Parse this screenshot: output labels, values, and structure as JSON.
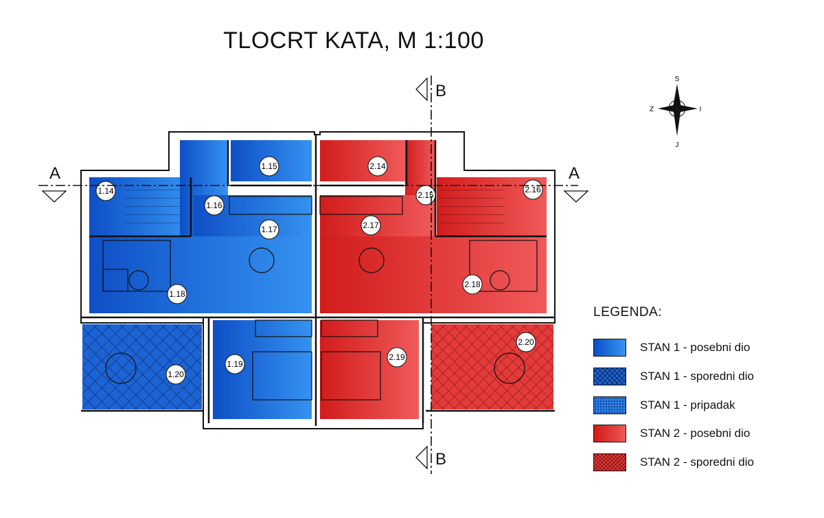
{
  "title": "TLOCRT KATA, M 1:100",
  "compass": {
    "north": "S",
    "south": "J",
    "west": "Z",
    "east": "I"
  },
  "sections": {
    "a_left": "A",
    "a_right": "A",
    "b_top": "B",
    "b_bottom": "B"
  },
  "rooms": [
    "1.14",
    "1.15",
    "1.16",
    "1.17",
    "1.18",
    "1.19",
    "1.20",
    "2.14",
    "2.15",
    "2.16",
    "2.17",
    "2.18",
    "2.19",
    "2.20"
  ],
  "legend": {
    "title": "LEGENDA:",
    "items": [
      {
        "label": "STAN 1 - posebni dio",
        "style": "blue-solid"
      },
      {
        "label": "STAN 1 - sporedni dio",
        "style": "blue-hatch"
      },
      {
        "label": "STAN 1 - pripadak",
        "style": "blue-dots"
      },
      {
        "label": "STAN 2 - posebni dio",
        "style": "red-solid"
      },
      {
        "label": "STAN 2 - sporedni dio",
        "style": "red-hatch"
      }
    ]
  },
  "colors": {
    "stan1": "#1f6fdc",
    "stan2": "#e23b3b",
    "wall": "#111111"
  }
}
